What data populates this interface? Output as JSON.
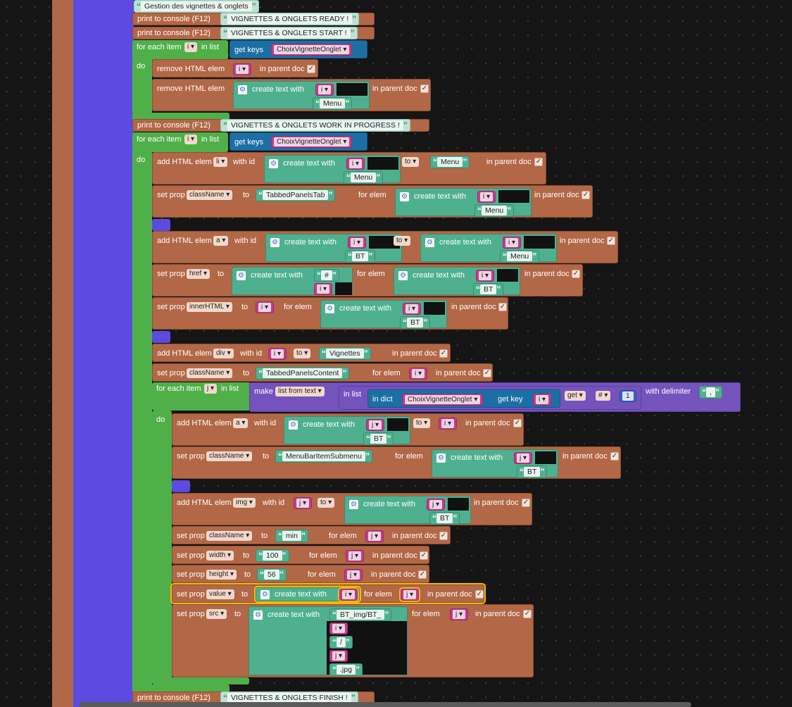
{
  "labels": {
    "comment": "Gestion des vignettes & onglets",
    "print": "print to console (F12)",
    "for_each_item": "for each item",
    "in_list": "in list",
    "do": "do",
    "get_keys": "get keys",
    "remove_html_elem": "remove HTML elem",
    "in_parent_doc": "in parent doc",
    "create_text_with": "create text with",
    "add_html_elem": "add HTML elem",
    "with_id": "with id",
    "to": "to",
    "set_prop": "set prop",
    "for_elem": "for elem",
    "make": "make",
    "in_dict": "in dict",
    "get_key": "get key",
    "with_delimiter": "with delimiter",
    "check": "✓"
  },
  "strings": {
    "ready": "VIGNETTES & ONGLETS READY !",
    "start": "VIGNETTES & ONGLETS START !",
    "work": "VIGNETTES & ONGLETS WORK IN PROGRESS !",
    "finish": "VIGNETTES & ONGLETS FINISH !",
    "menu": "Menu",
    "bt": "BT",
    "hash": "#",
    "vignettes": "Vignettes",
    "tabbed_tab": "TabbedPanelsTab",
    "tabbed_content": "TabbedPanelsContent",
    "menubar": "MenuBarItemSubmenu",
    "min": "min",
    "w100": "100",
    "h56": "56",
    "bt_img": "BT_img/BT_",
    "slash": "/",
    "jpg": ".jpg",
    "comma": ","
  },
  "vars": {
    "i": "i",
    "j": "j"
  },
  "dropdowns": {
    "dict_name": "ChoixVignetteOnglet",
    "li": "li",
    "a": "a",
    "div": "div",
    "img": "img",
    "className": "className",
    "href": "href",
    "innerHTML": "innerHTML",
    "width": "width",
    "height": "height",
    "value": "value",
    "src": "src",
    "list_from_text": "list from text",
    "get": "get",
    "hash_sym": "#"
  },
  "numbers": {
    "one": "1"
  },
  "colors": {
    "statement": "#b26746",
    "loop": "#4fb04a",
    "event": "#5b4be0",
    "text": "#4fb08f",
    "variable": "#c63a8b",
    "dict": "#1c6fa5",
    "list": "#7453bd",
    "selected": "#f2b90a"
  }
}
